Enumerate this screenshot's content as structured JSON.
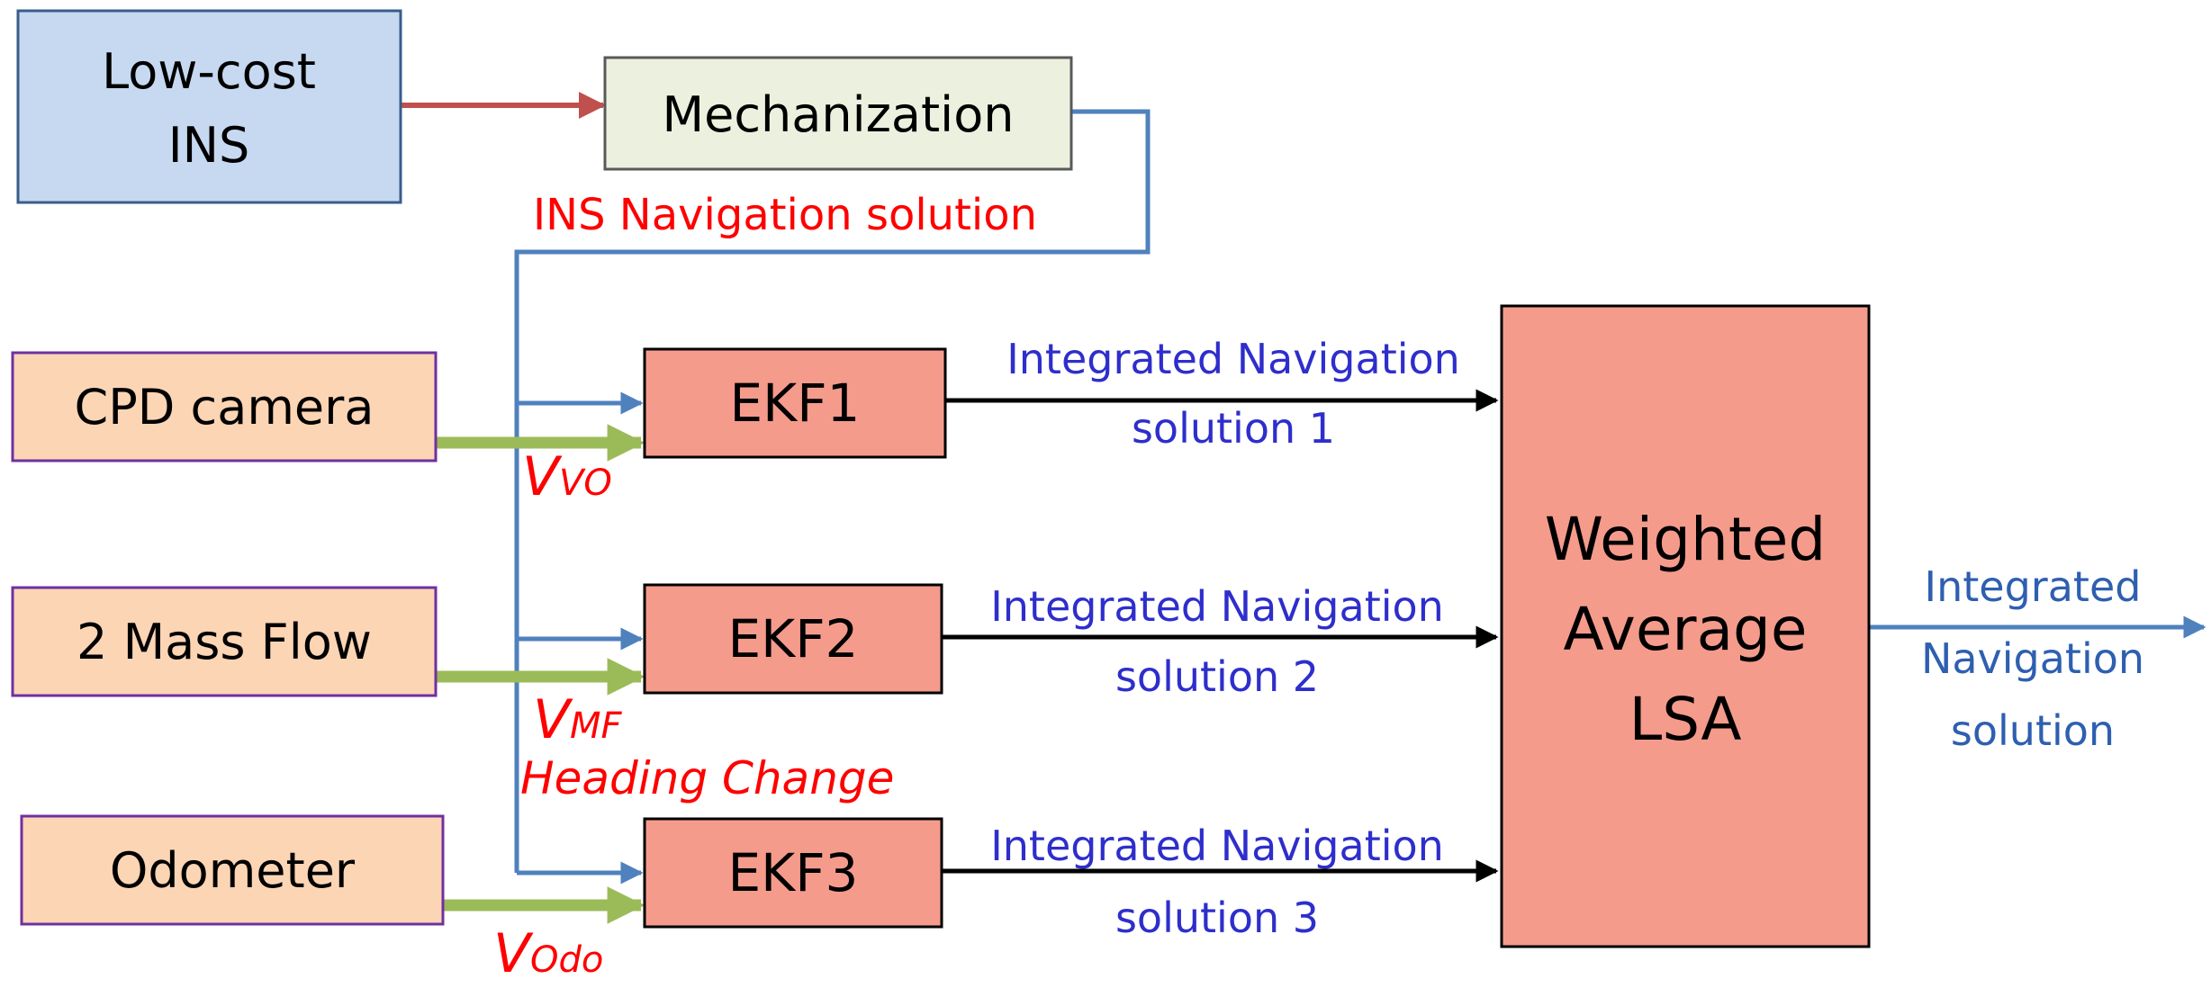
{
  "nodes": {
    "ins": {
      "lines": [
        "Low-cost",
        "INS"
      ]
    },
    "mechanization": {
      "label": "Mechanization"
    },
    "cpd_camera": {
      "label": "CPD camera"
    },
    "mass_flow": {
      "label": "2 Mass Flow"
    },
    "odometer": {
      "label": "Odometer"
    },
    "ekf1": {
      "label": "EKF1"
    },
    "ekf2": {
      "label": "EKF2"
    },
    "ekf3": {
      "label": "EKF3"
    },
    "lsa": {
      "lines": [
        "Weighted",
        "Average",
        "LSA"
      ]
    }
  },
  "labels": {
    "ins_nav_solution": "INS Navigation solution",
    "v_vo": {
      "main": "V",
      "sub": "VO"
    },
    "v_mf": {
      "main": "V",
      "sub": "MF"
    },
    "heading_change": "Heading Change",
    "v_odo": {
      "main": "V",
      "sub": "Odo"
    },
    "nav_sol_1": [
      "Integrated Navigation",
      "solution 1"
    ],
    "nav_sol_2": [
      "Integrated Navigation",
      "solution 2"
    ],
    "nav_sol_3": [
      "Integrated Navigation",
      "solution 3"
    ],
    "output": [
      "Integrated",
      "Navigation",
      "solution"
    ]
  },
  "colors": {
    "ins_fill": "#c6d9f1",
    "mech_fill": "#ebf1de",
    "sensor_fill": "#fcd5b5",
    "sensor_border": "#7030a0",
    "ekf_fill": "#f59b8c",
    "ins_arrow": "#c0504d",
    "blue_line": "#4f81bd",
    "green_arrow": "#9bbb59",
    "red_text": "#ff0000",
    "blue_text": "#2e2ecc",
    "output_text": "#2e5fb0"
  }
}
